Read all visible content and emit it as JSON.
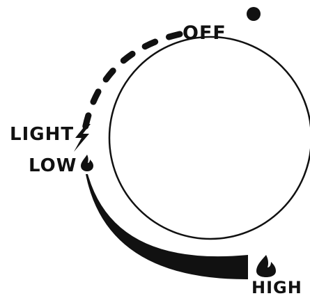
{
  "labels": {
    "off": "OFF",
    "light": "LIGHT",
    "low": "LOW",
    "high": "HIGH"
  },
  "icons": {
    "position_marker": "filled-dot",
    "light": "lightning-bolt-icon",
    "low": "small-flame-icon",
    "high": "large-flame-icon"
  },
  "colors": {
    "ink": "#111111",
    "background": "#ffffff"
  }
}
